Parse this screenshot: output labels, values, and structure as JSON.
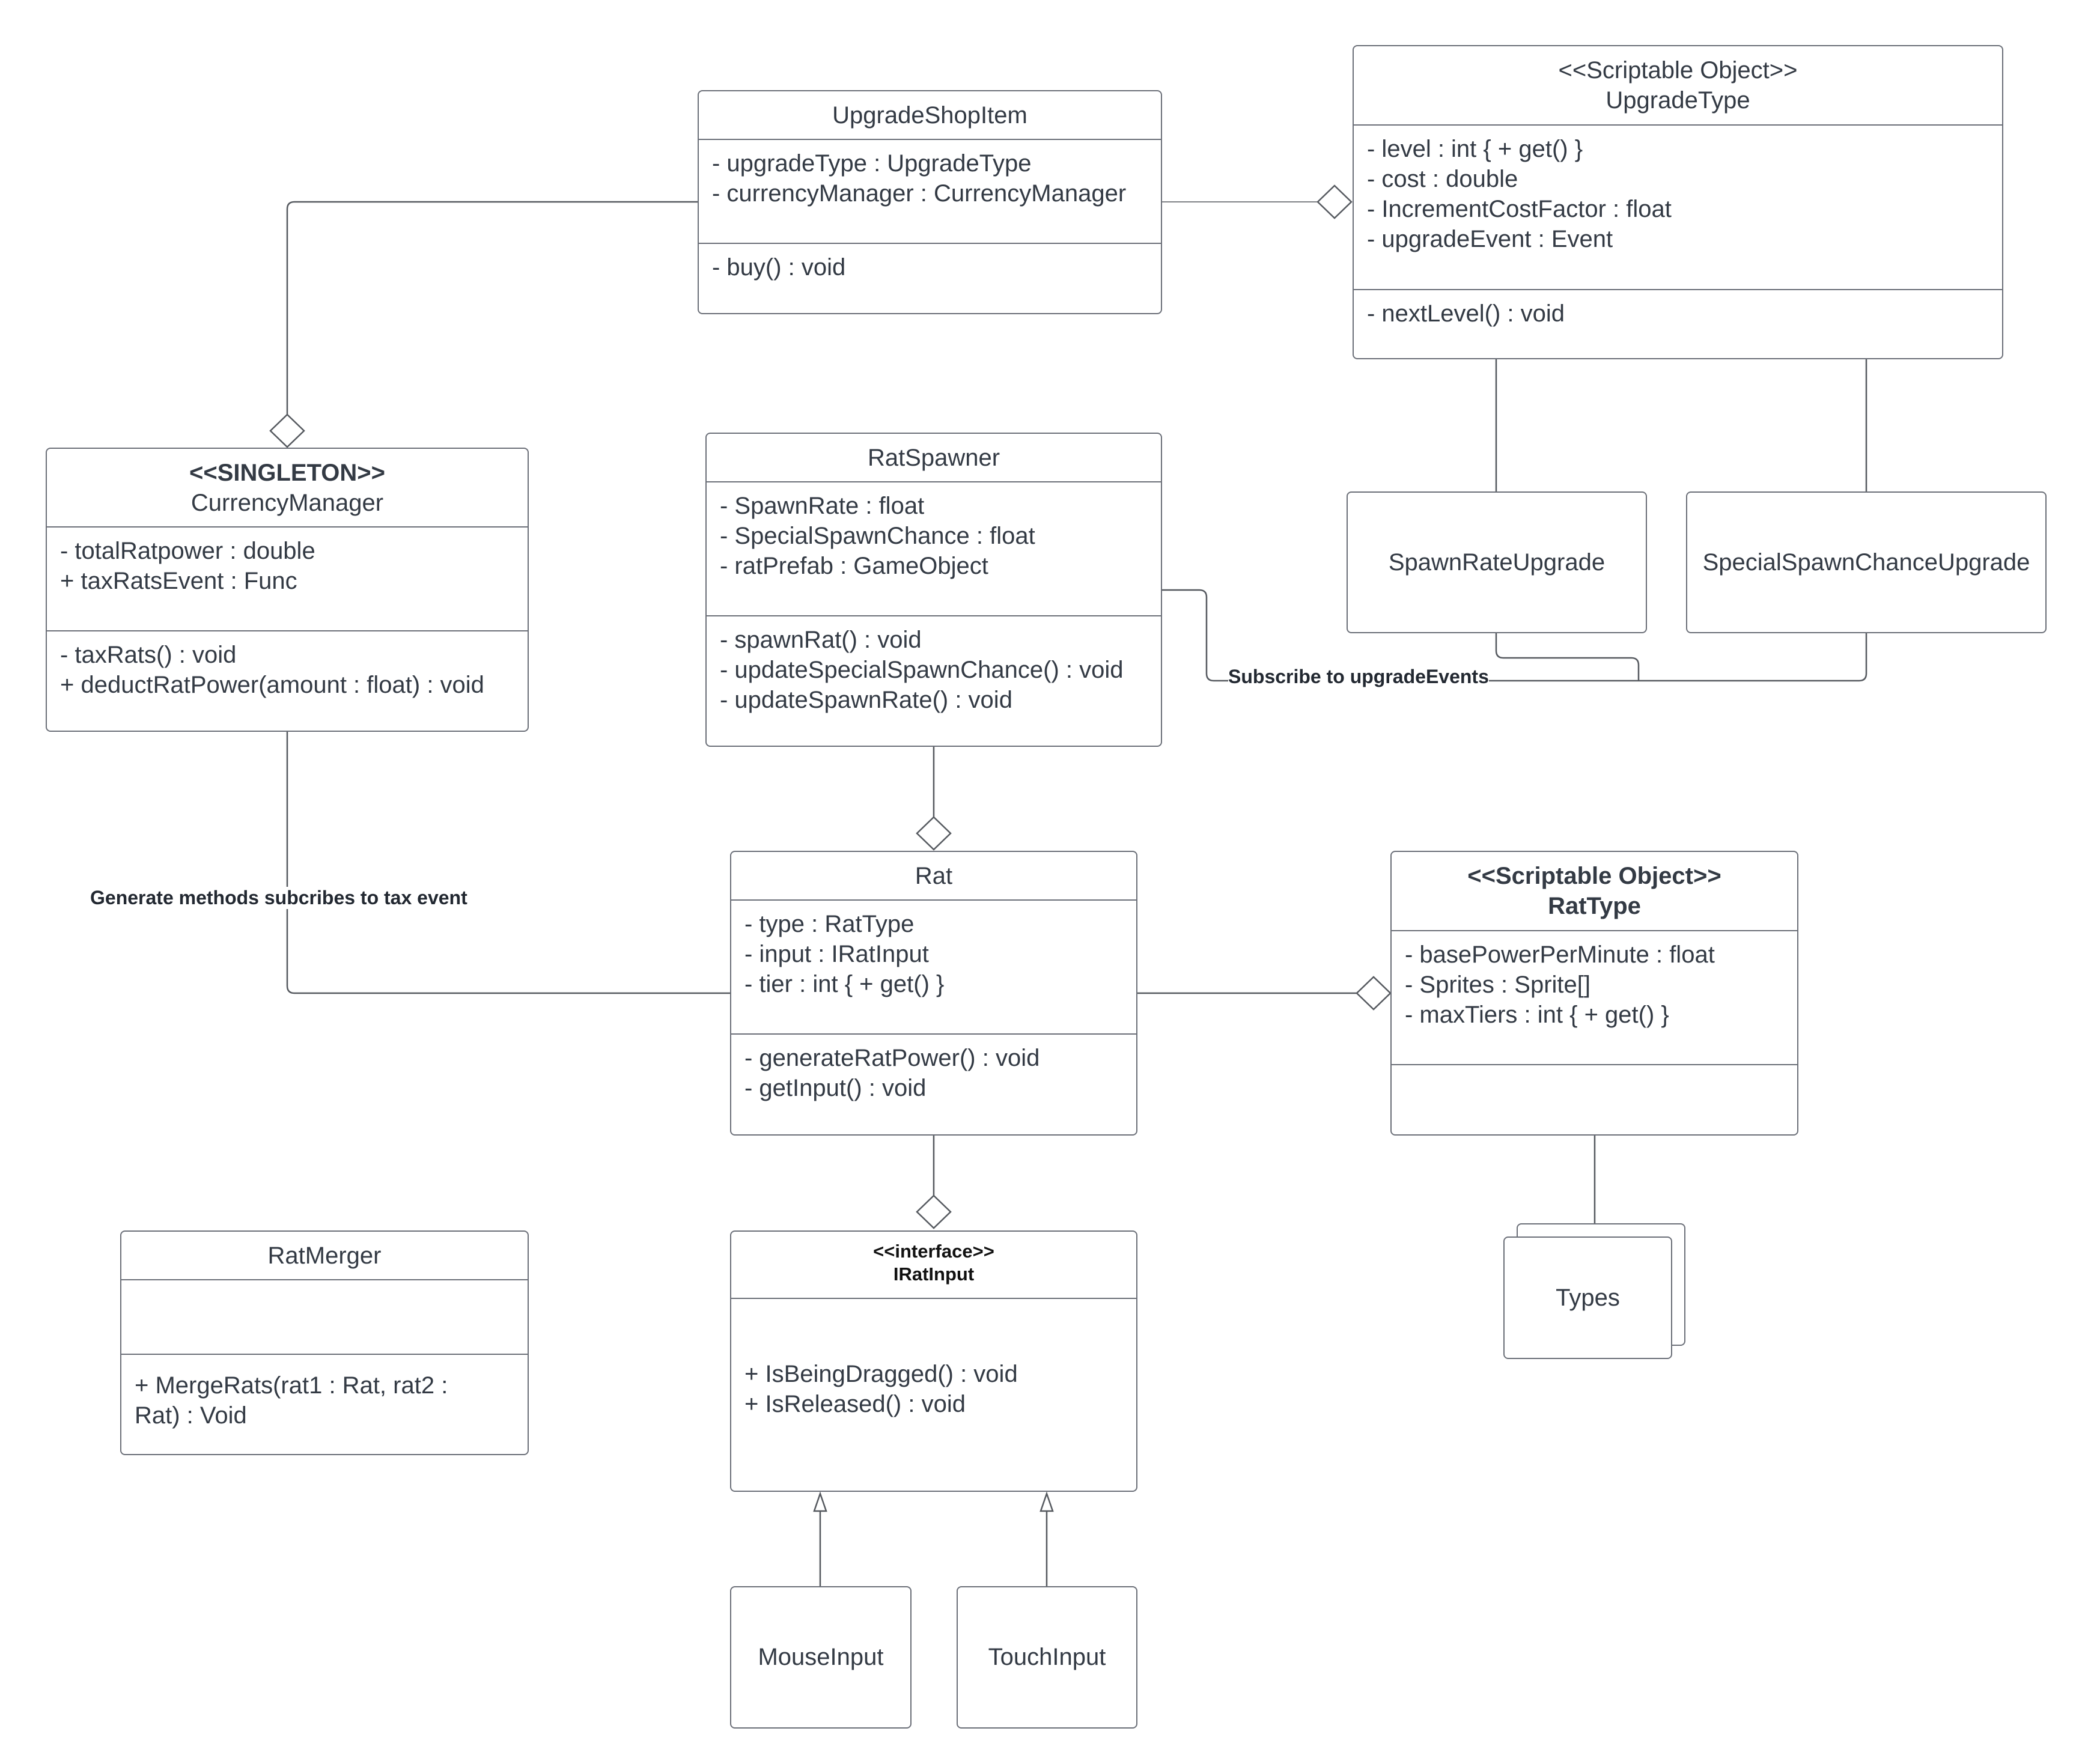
{
  "classes": {
    "upgrade_shop_item": {
      "name": "UpgradeShopItem",
      "attributes": [
        "- upgradeType : UpgradeType",
        "- currencyManager : CurrencyManager"
      ],
      "methods": [
        "- buy() : void"
      ]
    },
    "upgrade_type": {
      "stereotype": "<<Scriptable Object>>",
      "name": "UpgradeType",
      "attributes": [
        "- level : int { + get() }",
        "- cost : double",
        "- IncrementCostFactor : float",
        "- upgradeEvent : Event"
      ],
      "methods": [
        "- nextLevel() : void"
      ]
    },
    "currency_manager": {
      "stereotype": "<<SINGLETON>>",
      "name": "CurrencyManager",
      "attributes": [
        "- totalRatpower : double",
        "+ taxRatsEvent : Func"
      ],
      "methods": [
        "- taxRats() : void",
        "+ deductRatPower(amount : float) : void"
      ]
    },
    "rat_spawner": {
      "name": "RatSpawner",
      "attributes": [
        "- SpawnRate : float",
        "- SpecialSpawnChance : float",
        "- ratPrefab : GameObject"
      ],
      "methods": [
        "- spawnRat() : void",
        "- updateSpecialSpawnChance() : void",
        "- updateSpawnRate() : void"
      ]
    },
    "rat": {
      "name": "Rat",
      "attributes": [
        "- type : RatType",
        "- input : IRatInput",
        "- tier : int { + get() }"
      ],
      "methods": [
        "- generateRatPower() : void",
        "- getInput() : void"
      ]
    },
    "rat_type": {
      "stereotype": "<<Scriptable Object>>",
      "name": "RatType",
      "attributes": [
        "- basePowerPerMinute : float",
        "- Sprites : Sprite[]",
        "- maxTiers : int { + get() }"
      ],
      "methods": []
    },
    "rat_merger": {
      "name": "RatMerger",
      "attributes": [],
      "methods": [
        "+ MergeRats(rat1 : Rat, rat2 :",
        "Rat) : Void"
      ]
    },
    "irat_input": {
      "stereotype": "<<interface>>",
      "name": "IRatInput",
      "attributes": [
        "+ IsBeingDragged() : void",
        "+ IsReleased() : void"
      ]
    }
  },
  "simple_boxes": {
    "spawn_rate_upgrade": "SpawnRateUpgrade",
    "special_spawn_chance_upgrade": "SpecialSpawnChanceUpgrade",
    "types": "Types",
    "mouse_input": "MouseInput",
    "touch_input": "TouchInput"
  },
  "notes": {
    "subscribe_upgrade_events": "Subscribe to upgradeEvents",
    "generate_subscribes_tax": "Generate methods subcribes to tax event"
  },
  "colors": {
    "line": "#55595f",
    "border": "#6b6f78",
    "text": "#333a44"
  }
}
